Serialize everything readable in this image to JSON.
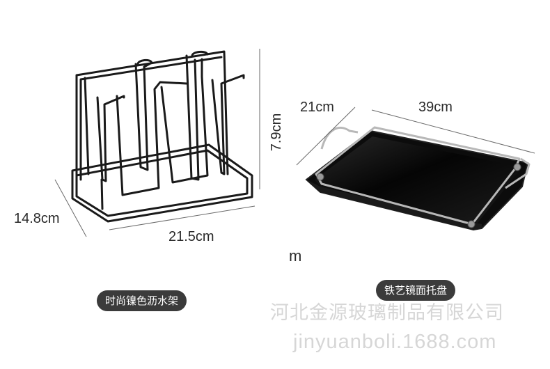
{
  "rack": {
    "width_label": "21.5cm",
    "depth_label": "14.8cm",
    "height_label": "7.9cm",
    "caption": "时尚镍色沥水架"
  },
  "tray": {
    "width_label": "21cm",
    "length_label": "39cm",
    "caption": "铁艺镜面托盘"
  },
  "stray_text": "m",
  "watermark": {
    "company": "河北金源玻璃制品有限公司",
    "site": "jinyuanboli.1688.com"
  },
  "colors": {
    "rack_wire": "#1a1a1a",
    "tray_mirror": "#0c0c0c",
    "tray_rim": "#b8b8b8",
    "caption_bg": "#3b3b3b",
    "watermark": "#d6d6d6"
  }
}
